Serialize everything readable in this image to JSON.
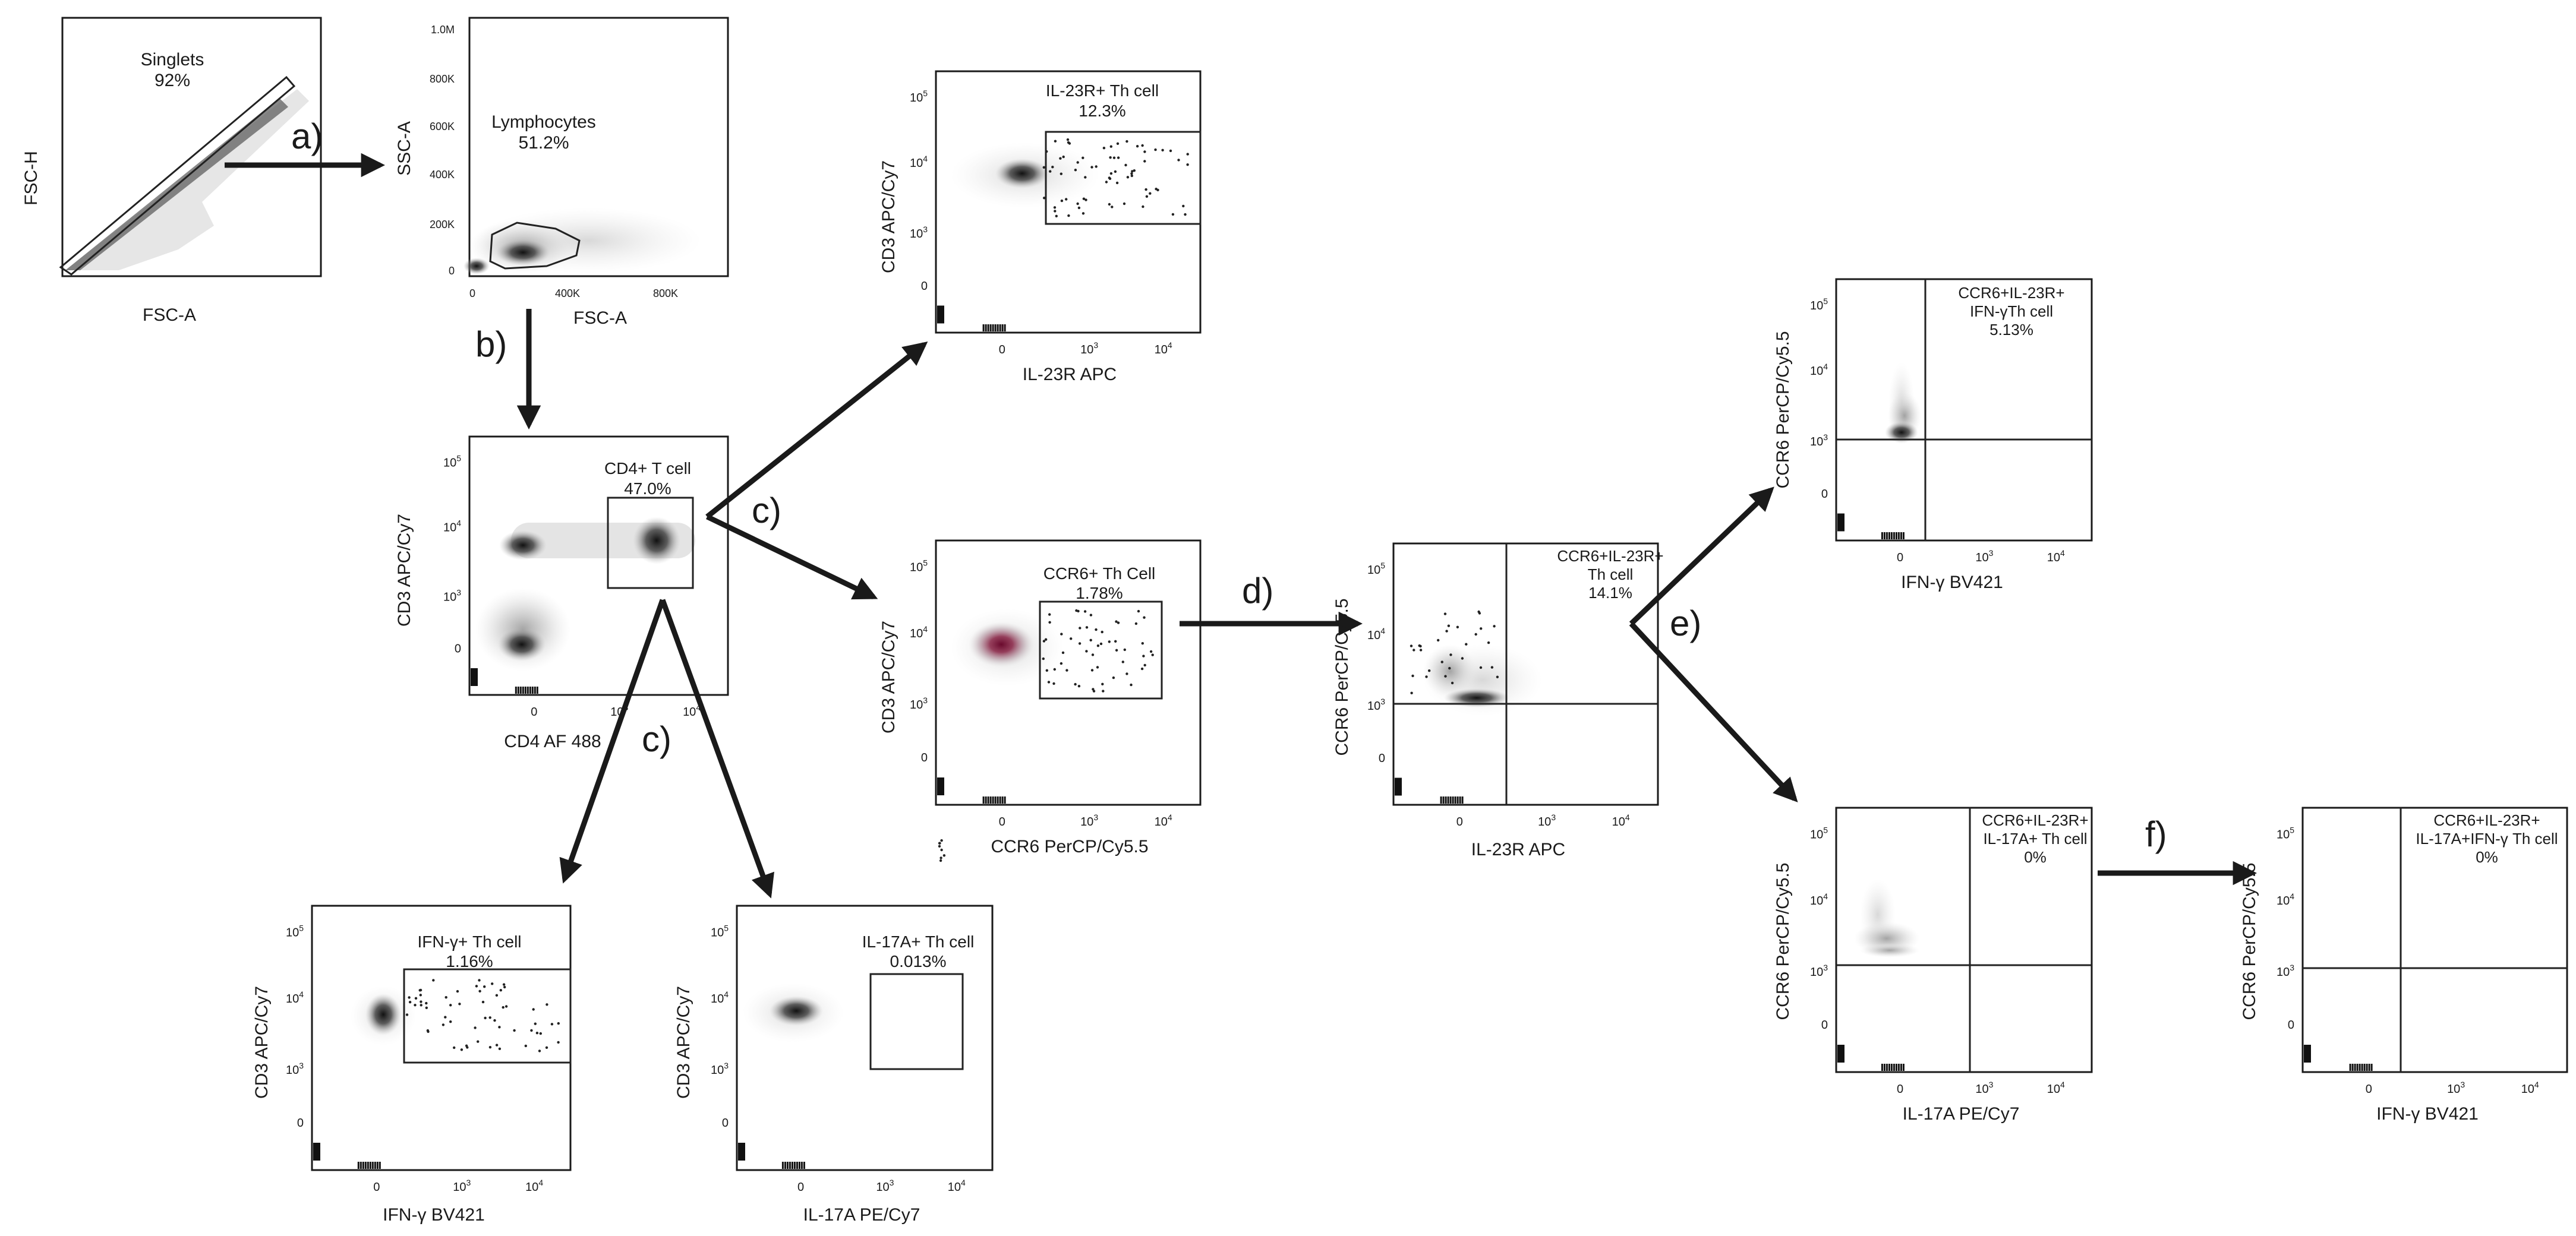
{
  "plots": {
    "singlets": {
      "ylabel": "FSC-H",
      "xlabel": "FSC-A",
      "gate_name": "Singlets",
      "gate_pct": "92%"
    },
    "lymph": {
      "ylabel": "SSC-A",
      "xlabel": "FSC-A",
      "gate_name": "Lymphocytes",
      "gate_pct": "51.2%",
      "yticks": [
        "1.0M",
        "800K",
        "600K",
        "400K",
        "200K",
        "0"
      ],
      "xticks": [
        "0",
        "400K",
        "800K"
      ]
    },
    "cd4": {
      "ylabel": "CD3 APC/Cy7",
      "xlabel": "CD4 AF 488",
      "gate_name": "CD4+ T cell",
      "gate_pct": "47.0%"
    },
    "il23r": {
      "ylabel": "CD3 APC/Cy7",
      "xlabel": "IL-23R APC",
      "gate_name": "IL-23R+ Th cell",
      "gate_pct": "12.3%"
    },
    "ccr6": {
      "ylabel": "CD3 APC/Cy7",
      "xlabel": "CCR6 PerCP/Cy5.5",
      "gate_name": "CCR6+ Th Cell",
      "gate_pct": "1.78%"
    },
    "ifng": {
      "ylabel": "CD3 APC/Cy7",
      "xlabel": "IFN-γ BV421",
      "gate_name": "IFN-γ+ Th cell",
      "gate_pct": "1.16%"
    },
    "il17a": {
      "ylabel": "CD3 APC/Cy7",
      "xlabel": "IL-17A PE/Cy7",
      "gate_name": "IL-17A+ Th cell",
      "gate_pct": "0.013%"
    },
    "ccr6il23r": {
      "ylabel": "CCR6 PerCP/Cy5.5",
      "xlabel": "IL-23R APC",
      "gate_line1": "CCR6+IL-23R+",
      "gate_line2": "Th cell",
      "gate_pct": "14.1%"
    },
    "ccr6ifng": {
      "ylabel": "CCR6 PerCP/Cy5.5",
      "xlabel": "IFN-γ BV421",
      "gate_line1": "CCR6+IL-23R+",
      "gate_line2": "IFN-γTh cell",
      "gate_pct": "5.13%"
    },
    "ccr6il17a": {
      "ylabel": "CCR6 PerCP/Cy5.5",
      "xlabel": "IL-17A PE/Cy7",
      "gate_line1": "CCR6+IL-23R+",
      "gate_line2": "IL-17A+ Th cell",
      "gate_pct": "0%"
    },
    "triple": {
      "ylabel": "CCR6 PerCP/Cy5.5",
      "xlabel": "IFN-γ BV421",
      "gate_line1": "CCR6+IL-23R+",
      "gate_line2": "IL-17A+IFN-γ Th cell",
      "gate_pct": "0%"
    }
  },
  "ticks": {
    "y_log": [
      "10^5",
      "10^4",
      "10^3",
      "0"
    ],
    "x_log": [
      "0",
      "10^3",
      "10^4"
    ],
    "x_log_short": [
      "10^3",
      "10^4"
    ]
  },
  "arrows": {
    "a": "a)",
    "b": "b)",
    "c": "c)",
    "d": "d)",
    "e": "e)",
    "f": "f)"
  },
  "colors": {
    "ink": "#1a1a1a",
    "density_dark": "#111111",
    "density_light": "#cfcfcf",
    "ccr6_core": "#7a1035"
  }
}
